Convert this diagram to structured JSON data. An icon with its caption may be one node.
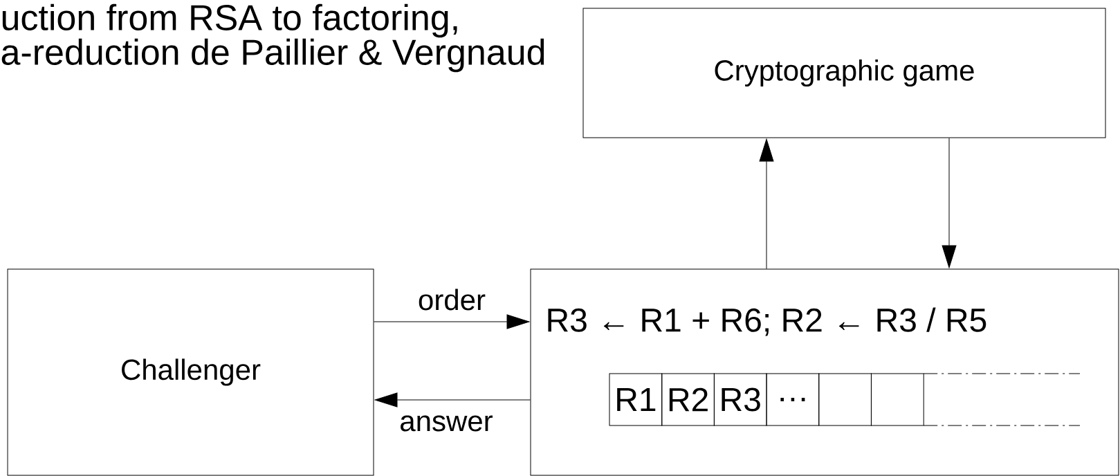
{
  "diagram": {
    "nodes": [
      {
        "text": [
          "Challenger"
        ]
      },
      {
        "text": [
          "R3 ← R1 + R6; R2 ← R3 / R5"
        ]
      },
      {
        "text": [
          "Cryptographic game"
        ]
      },
      {
        "text": [
          "R1"
        ],
        "in": 1
      },
      {
        "text": [
          "R2"
        ],
        "in": 1
      },
      {
        "text": [
          "R3"
        ],
        "in": 1
      },
      {
        "text": [
          "…"
        ],
        "in": 1
      },
      {
        "text": [],
        "shape": "box",
        "in": 1
      },
      {
        "text": [],
        "shape": "box",
        "in": 1
      }
    ],
    "edges": [
      {
        "from": 0,
        "to": 1,
        "arrow": "to",
        "label": "order"
      },
      {
        "from": 1,
        "to": 0,
        "arrow": "to",
        "label": "answer"
      },
      {
        "from": 1,
        "to": 2,
        "arrow": "to"
      },
      {
        "from": 2,
        "to": 1,
        "arrow": "to"
      }
    ],
    "labels": [
      "uction from RSA to factoring,",
      "a-reduction de Paillier & Vergnaud"
    ]
  }
}
